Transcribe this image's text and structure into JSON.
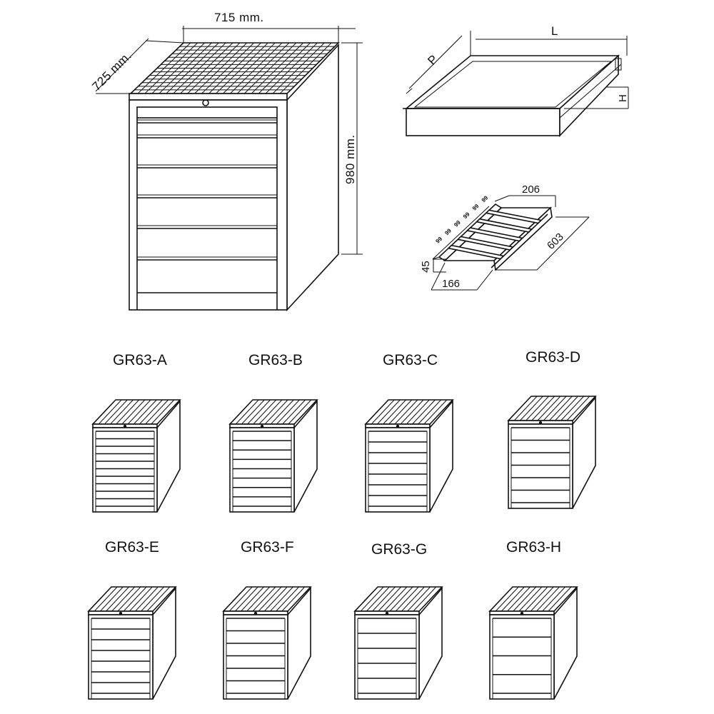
{
  "main_cabinet": {
    "dim_width": "715  mm.",
    "dim_depth": "725  mm.",
    "dim_height": "980  mm."
  },
  "drawer_detail": {
    "label_p": "P",
    "label_l": "L",
    "label_h": "H"
  },
  "tray_detail": {
    "dim_206": "206",
    "dim_603": "603",
    "dim_45": "45",
    "dim_166": "166",
    "compartments": [
      "99",
      "99",
      "99",
      "99",
      "99",
      "99"
    ]
  },
  "models": [
    {
      "code": "GR63-A",
      "drawers": 10
    },
    {
      "code": "GR63-B",
      "drawers": 8
    },
    {
      "code": "GR63-C",
      "drawers": 7
    },
    {
      "code": "GR63-D",
      "drawers": 6
    },
    {
      "code": "GR63-E",
      "drawers": 7
    },
    {
      "code": "GR63-F",
      "drawers": 6
    },
    {
      "code": "GR63-G",
      "drawers": 5
    },
    {
      "code": "GR63-H",
      "drawers": 4
    }
  ]
}
